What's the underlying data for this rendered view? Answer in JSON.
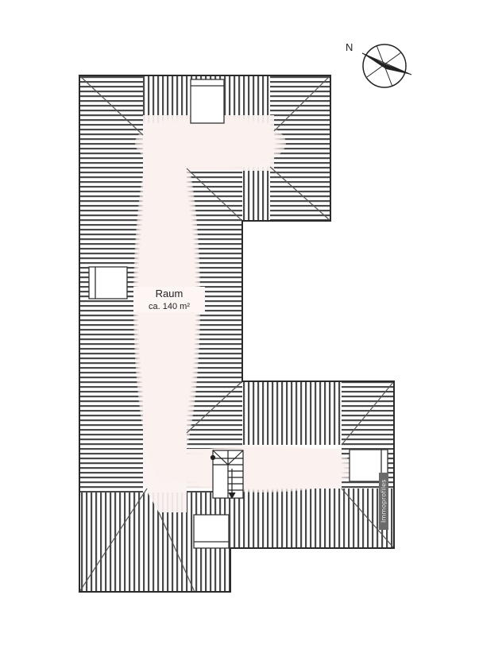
{
  "room": {
    "name": "Raum",
    "area": "ca. 140 m²"
  },
  "compass": {
    "north_label": "N"
  },
  "watermark": {
    "text": "Immoprofiles"
  },
  "colors": {
    "floor": "#fbf2f0",
    "roof_line": "#3a3a3a",
    "outline": "#2a2a2a",
    "window": "#ffffff"
  }
}
